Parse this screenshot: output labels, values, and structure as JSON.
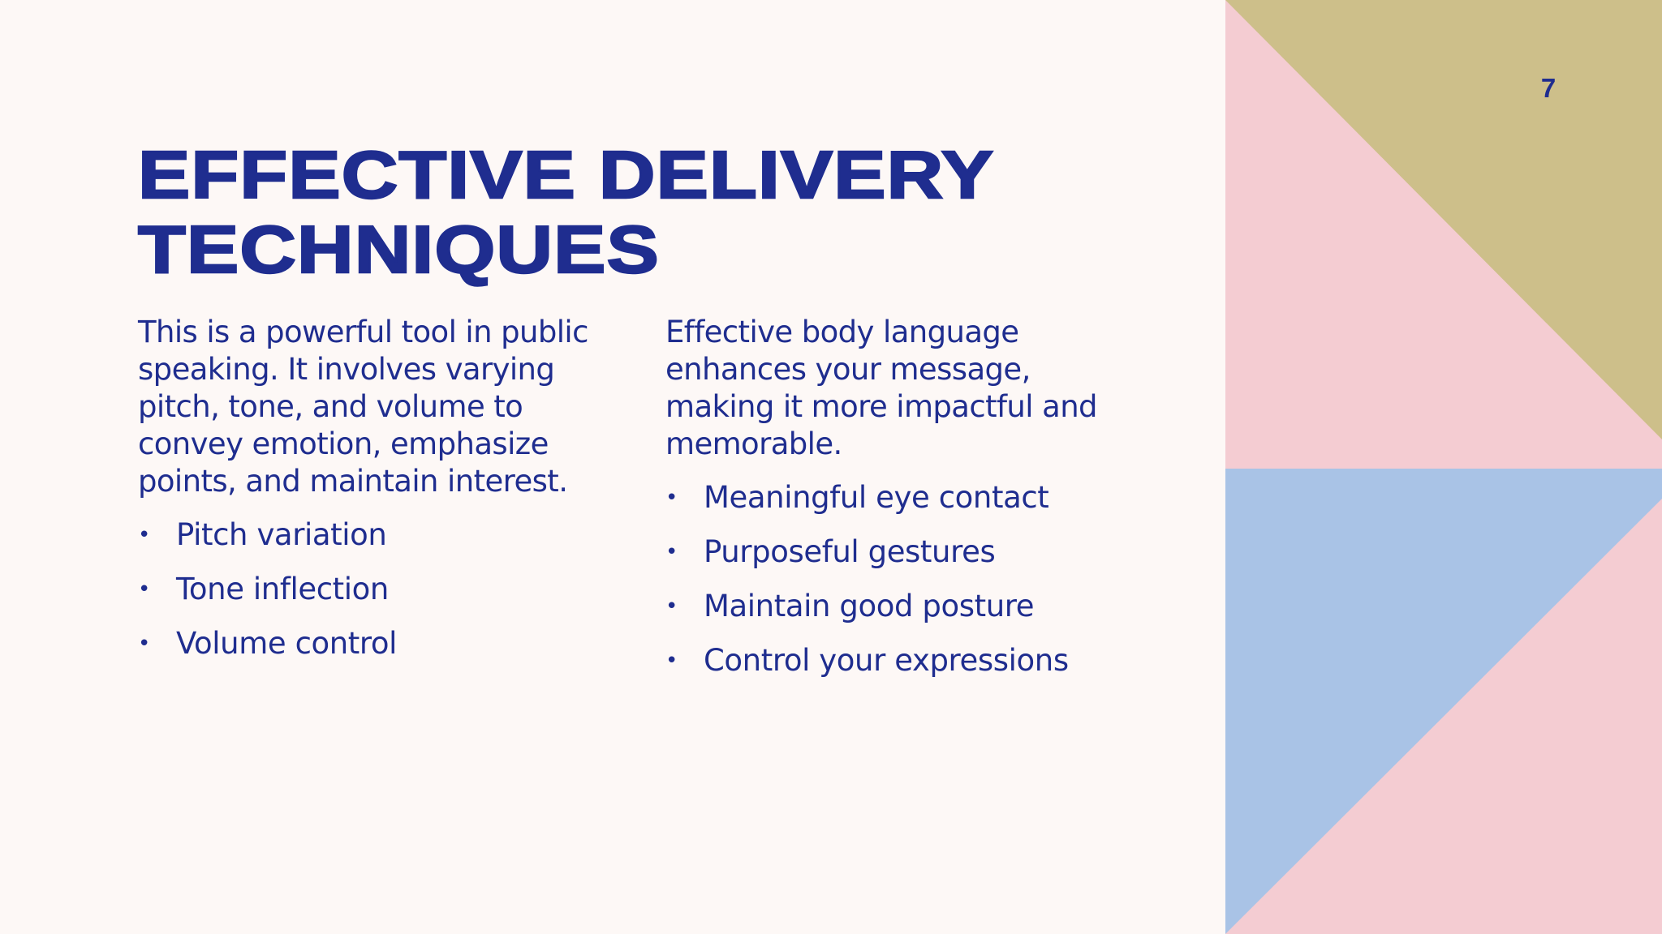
{
  "slide": {
    "page_number": "7",
    "title": "Effective Delivery Techniques",
    "left_column": {
      "intro": "This is a powerful tool in public speaking. It involves varying pitch, tone, and volume to convey emotion, emphasize points, and maintain interest.",
      "bullets": [
        "Pitch variation",
        "Tone inflection",
        "Volume control"
      ]
    },
    "right_column": {
      "intro": "Effective body language enhances your message, making it more impactful and memorable.",
      "bullets": [
        "Meaningful eye contact",
        "Purposeful gestures",
        "Maintain good posture",
        "Control your expressions"
      ]
    },
    "bullet_glyph": "•"
  },
  "colors": {
    "background": "#fdf8f6",
    "text": "#1f2d8f",
    "pink": "#f4ccd2",
    "olive": "#cdbf8a",
    "blue": "#a9c3e6"
  }
}
